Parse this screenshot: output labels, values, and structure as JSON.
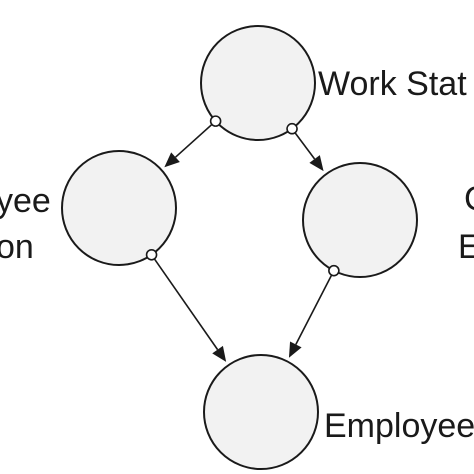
{
  "diagram": {
    "nodes": [
      {
        "id": "work_station",
        "label_lines": [
          "Work Stat"
        ]
      },
      {
        "id": "left_node",
        "label_lines": [
          "yee",
          "on"
        ]
      },
      {
        "id": "right_node",
        "label_lines": [
          "C",
          "E"
        ]
      },
      {
        "id": "employee",
        "label_lines": [
          "Employee"
        ]
      }
    ],
    "edges": [
      {
        "from": "work_station",
        "to": "left_node"
      },
      {
        "from": "work_station",
        "to": "right_node"
      },
      {
        "from": "left_node",
        "to": "employee"
      },
      {
        "from": "right_node",
        "to": "employee"
      }
    ],
    "colors": {
      "node_fill": "#f2f2f2",
      "stroke": "#1a1a1a",
      "text": "#1a1a1a"
    }
  }
}
